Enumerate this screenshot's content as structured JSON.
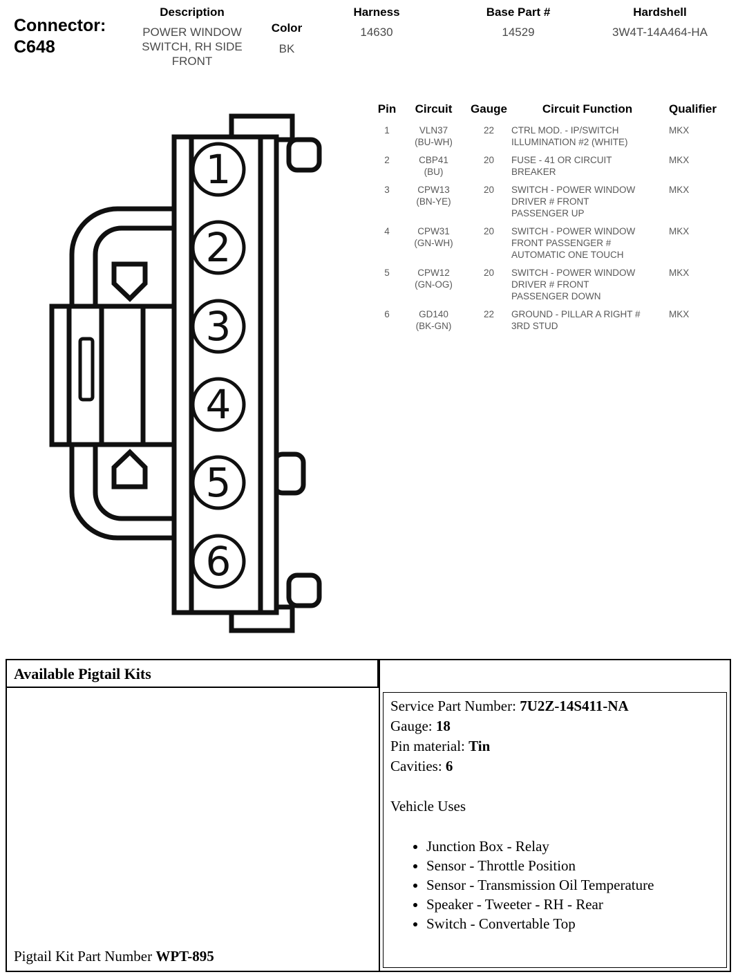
{
  "header": {
    "connector_label": "Connector:",
    "connector_id": "C648",
    "columns": {
      "description_label": "Description",
      "color_label": "Color",
      "harness_label": "Harness",
      "base_part_label": "Base Part #",
      "hardshell_label": "Hardshell"
    },
    "description_lines": [
      "POWER WINDOW",
      "SWITCH, RH SIDE",
      "FRONT"
    ],
    "color": "BK",
    "harness": "14630",
    "base_part": "14529",
    "hardshell": "3W4T-14A464-HA"
  },
  "diagram": {
    "pins": [
      "1",
      "2",
      "3",
      "4",
      "5",
      "6"
    ]
  },
  "pin_table": {
    "headers": {
      "pin": "Pin",
      "circuit": "Circuit",
      "gauge": "Gauge",
      "function": "Circuit Function",
      "qualifier": "Qualifier"
    },
    "rows": [
      {
        "pin": "1",
        "circuit": "VLN37",
        "circuit_color": "(BU-WH)",
        "gauge": "22",
        "function": "CTRL MOD. - IP/SWITCH\nILLUMINATION #2 (WHITE)",
        "qualifier": "MKX"
      },
      {
        "pin": "2",
        "circuit": "CBP41",
        "circuit_color": "(BU)",
        "gauge": "20",
        "function": "FUSE - 41 OR CIRCUIT\nBREAKER",
        "qualifier": "MKX"
      },
      {
        "pin": "3",
        "circuit": "CPW13",
        "circuit_color": "(BN-YE)",
        "gauge": "20",
        "function": "SWITCH - POWER WINDOW\nDRIVER # FRONT\nPASSENGER UP",
        "qualifier": "MKX"
      },
      {
        "pin": "4",
        "circuit": "CPW31",
        "circuit_color": "(GN-WH)",
        "gauge": "20",
        "function": "SWITCH - POWER WINDOW\nFRONT PASSENGER #\nAUTOMATIC ONE TOUCH",
        "qualifier": "MKX"
      },
      {
        "pin": "5",
        "circuit": "CPW12",
        "circuit_color": "(GN-OG)",
        "gauge": "20",
        "function": "SWITCH - POWER WINDOW\nDRIVER # FRONT\nPASSENGER DOWN",
        "qualifier": "MKX"
      },
      {
        "pin": "6",
        "circuit": "GD140",
        "circuit_color": "(BK-GN)",
        "gauge": "22",
        "function": "GROUND - PILLAR A RIGHT #\n3RD STUD",
        "qualifier": "MKX"
      }
    ]
  },
  "pigtail": {
    "title": "Available Pigtail Kits",
    "service_part_label": "Service Part Number:",
    "service_part_value": "7U2Z-14S411-NA",
    "gauge_label": "Gauge:",
    "gauge_value": "18",
    "pin_material_label": "Pin material:",
    "pin_material_value": "Tin",
    "cavities_label": "Cavities:",
    "cavities_value": "6",
    "vehicle_uses_label": "Vehicle Uses",
    "vehicle_uses": [
      "Junction Box - Relay",
      "Sensor - Throttle Position",
      "Sensor - Transmission Oil Temperature",
      "Speaker - Tweeter - RH - Rear",
      "Switch - Convertable Top"
    ],
    "kit_label": "Pigtail Kit Part Number",
    "kit_value": "WPT-895"
  }
}
